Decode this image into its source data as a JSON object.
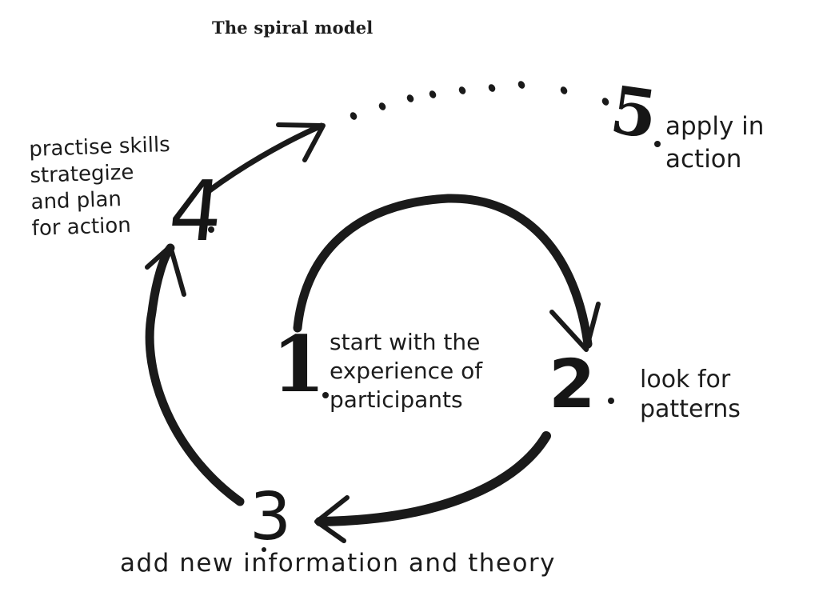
{
  "diagram": {
    "title": "The spiral model",
    "colors": {
      "ink": "#1a1a1a",
      "background": "#ffffff"
    },
    "steps": [
      {
        "number": "1",
        "text": "start with the\nexperience of\nparticipants"
      },
      {
        "number": "2",
        "text": "look for\npatterns"
      },
      {
        "number": "3",
        "text": "add new information and theory"
      },
      {
        "number": "4",
        "text": "practise skills\nstrategize\nand plan\nfor action"
      },
      {
        "number": "5",
        "text": "apply in\naction"
      }
    ],
    "connections": [
      {
        "from": "1",
        "to": "2",
        "style": "solid-arrow"
      },
      {
        "from": "2",
        "to": "3",
        "style": "solid-arrow"
      },
      {
        "from": "3",
        "to": "4",
        "style": "solid-arrow"
      },
      {
        "from": "4",
        "to": "5",
        "style": "solid-arrow-then-dotted"
      }
    ]
  }
}
